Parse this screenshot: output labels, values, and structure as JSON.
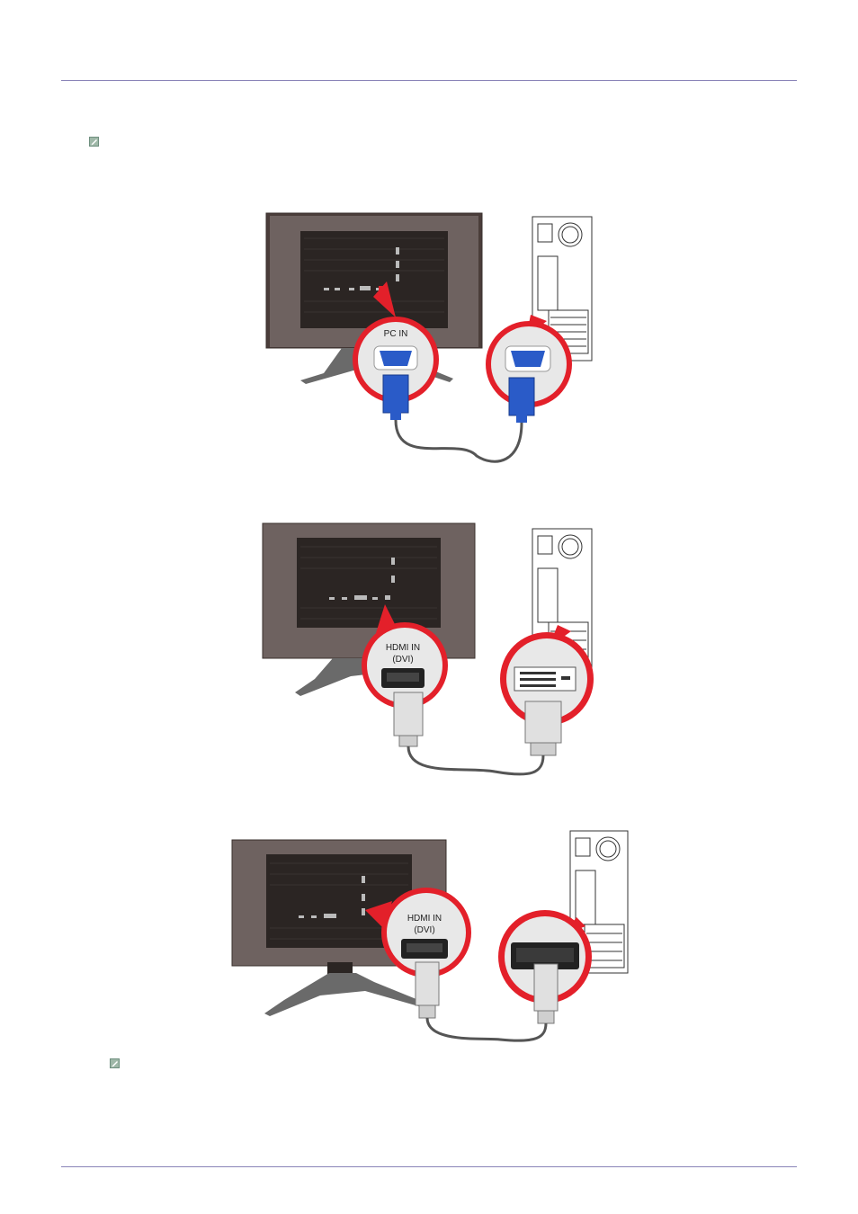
{
  "figures": [
    {
      "monitor_label": "PC IN",
      "cable": "d-sub"
    },
    {
      "monitor_label_line1": "HDMI IN",
      "monitor_label_line2": "(DVI)",
      "cable": "hdmi-to-dvi"
    },
    {
      "monitor_label_line1": "HDMI IN",
      "monitor_label_line2": "(DVI)",
      "cable": "hdmi"
    }
  ],
  "icons": {
    "note": "note-pencil-icon"
  },
  "colors": {
    "rule": "#8a84b8",
    "callout_red": "#e3202a",
    "vga_blue": "#2a5bc8",
    "monitor_frame": "#4a3d3a"
  }
}
